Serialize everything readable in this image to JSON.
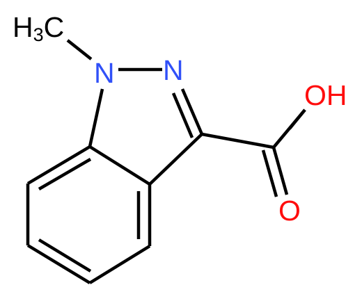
{
  "atoms": {
    "methyl": {
      "label": "H",
      "sub": "3",
      "tail": "C"
    },
    "n1": {
      "label": "N"
    },
    "n2": {
      "label": "N"
    },
    "hydroxyl": {
      "label": "OH"
    },
    "carbonyl_o": {
      "label": "O"
    }
  },
  "colors": {
    "bond": "#000000",
    "carbon": "#000000",
    "nitrogen": "#3050F8",
    "oxygen": "#FF0D0D"
  }
}
